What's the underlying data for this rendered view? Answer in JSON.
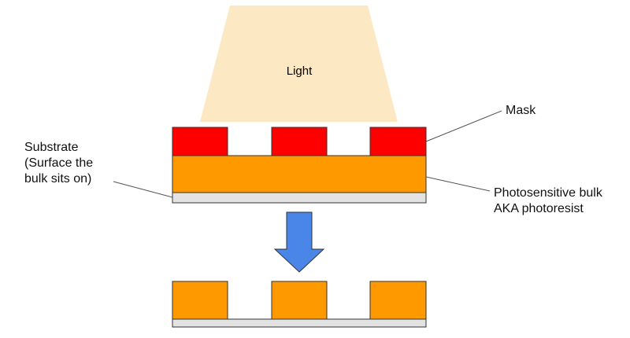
{
  "light": {
    "label": "Light",
    "color": "#fce8c2"
  },
  "mask": {
    "label": "Mask",
    "color": "#ff0000"
  },
  "substrate": {
    "label_lines": [
      "Substrate",
      "(Surface the",
      "bulk sits on)"
    ],
    "color": "#e3e3e3"
  },
  "photoresist": {
    "label_lines": [
      "Photosensitive bulk",
      "AKA photoresist"
    ],
    "color": "#ff9900"
  },
  "arrow": {
    "color": "#4a86e8",
    "icon": "down-arrow-icon"
  },
  "outline_color": "#333333"
}
